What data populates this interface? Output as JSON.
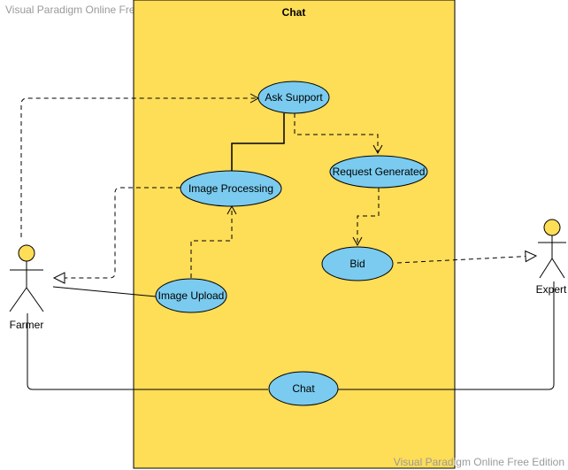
{
  "watermark": {
    "top": "Visual Paradigm Online Free Edition",
    "bottom": "Visual Paradigm Online Free Edition"
  },
  "colors": {
    "system_fill": "#fedd57",
    "usecase_fill": "#7acbef",
    "actor_head": "#fedd57",
    "stroke": "#000000"
  },
  "system": {
    "name": "Chat"
  },
  "actors": {
    "farmer": "Farmer",
    "expert": "Expert"
  },
  "usecases": {
    "ask_support": "Ask Support",
    "request_generated": "Request Generated",
    "image_processing": "Image Processing",
    "bid": "Bid",
    "image_upload": "Image Upload",
    "chat": "Chat"
  }
}
